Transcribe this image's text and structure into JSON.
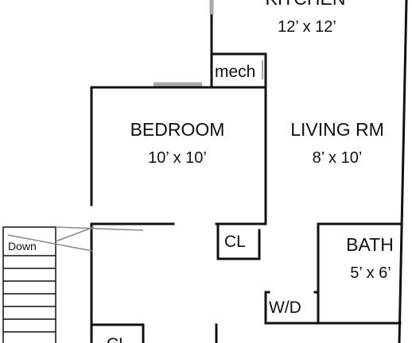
{
  "rooms": {
    "kitchen": {
      "name": "KITCHEN",
      "dims": "12’ x 12’"
    },
    "bedroom": {
      "name": "BEDROOM",
      "dims": "10’ x 10’"
    },
    "living": {
      "name": "LIVING RM",
      "dims": "8’ x 10’"
    },
    "bath": {
      "name": "BATH",
      "dims": "5’ x 6’"
    }
  },
  "labels": {
    "mech": "mech",
    "closet_bedroom": "CL",
    "closet_lower": "CL",
    "washer_dryer": "W/D",
    "stairs": "Down"
  }
}
